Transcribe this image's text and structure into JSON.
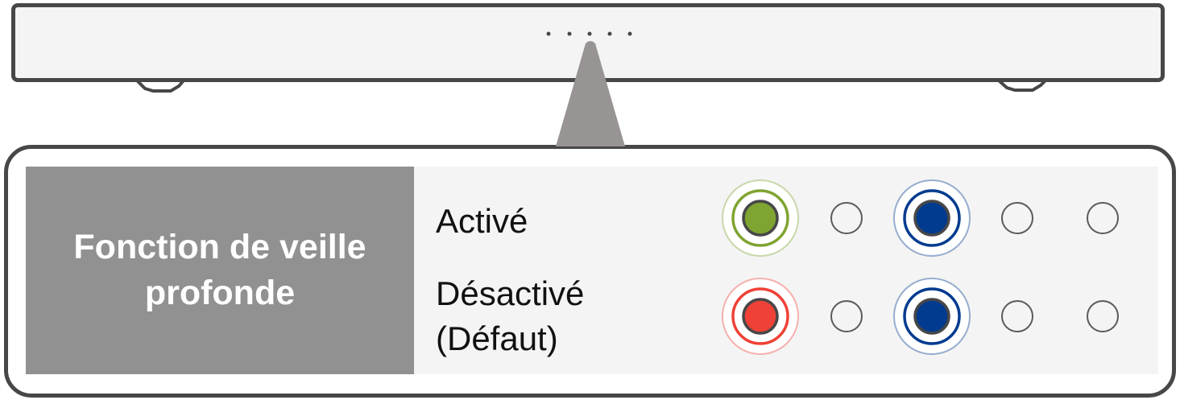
{
  "title_lines": [
    "Fonction de veille",
    "profonde"
  ],
  "options": [
    {
      "label_lines": [
        "Activé"
      ],
      "indicators": [
        "green",
        "off",
        "blue",
        "off",
        "off"
      ]
    },
    {
      "label_lines": [
        "Désactivé",
        "(Défaut)"
      ],
      "indicators": [
        "red",
        "off",
        "blue",
        "off",
        "off"
      ]
    }
  ],
  "colors": {
    "green": "#7fa431",
    "red": "#ef4136",
    "blue": "#003b8f",
    "frame": "#474747",
    "label_bg": "#919191",
    "pointer": "#989494",
    "led_off": "#f4f4f4"
  }
}
